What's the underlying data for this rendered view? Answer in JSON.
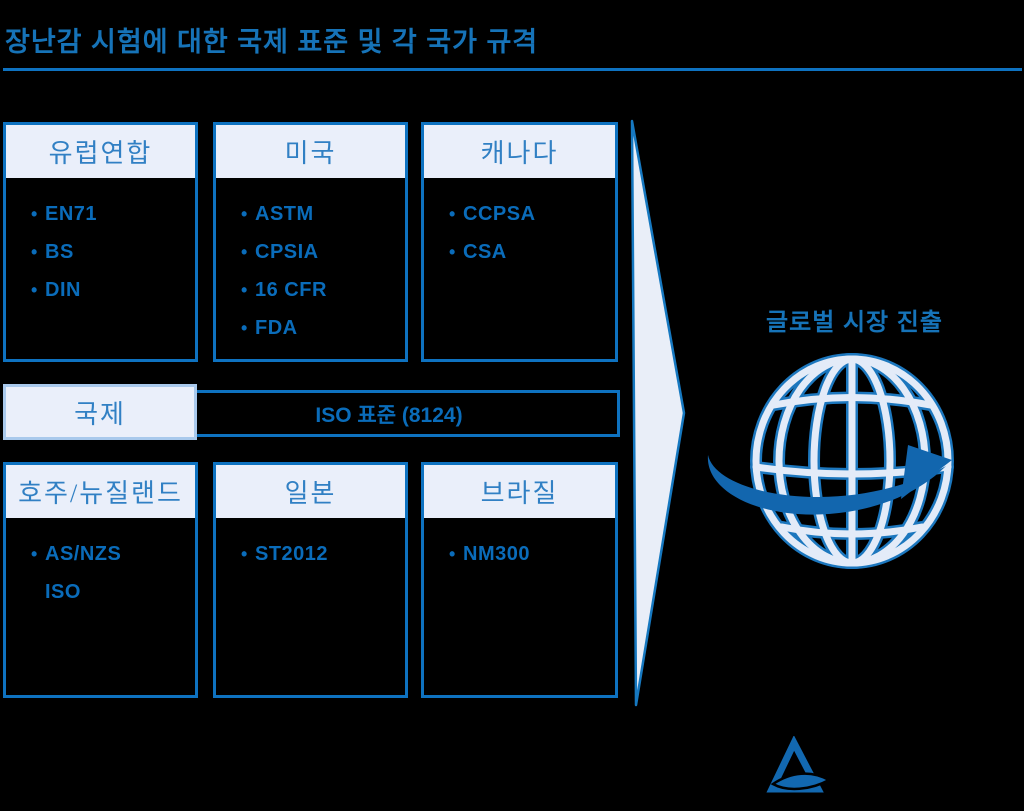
{
  "title": "장난감 시험에 대한 국제 표준 및 각 국가 규격",
  "boxes": [
    {
      "id": "eu",
      "header": "유럽연합",
      "items": [
        {
          "text": "EN71",
          "bullet": true
        },
        {
          "text": "BS",
          "bullet": true
        },
        {
          "text": "DIN",
          "bullet": true
        }
      ]
    },
    {
      "id": "us",
      "header": "미국",
      "items": [
        {
          "text": "ASTM",
          "bullet": true
        },
        {
          "text": "CPSIA",
          "bullet": true
        },
        {
          "text": "16 CFR",
          "bullet": true
        },
        {
          "text": "FDA",
          "bullet": true
        }
      ]
    },
    {
      "id": "ca",
      "header": "캐나다",
      "items": [
        {
          "text": "CCPSA",
          "bullet": true
        },
        {
          "text": "CSA",
          "bullet": true
        }
      ]
    },
    {
      "id": "au",
      "header": "호주/뉴질랜드",
      "items": [
        {
          "text": "AS/NZS",
          "bullet": true
        },
        {
          "text": "ISO",
          "bullet": false
        }
      ]
    },
    {
      "id": "jp",
      "header": "일본",
      "items": [
        {
          "text": "ST2012",
          "bullet": true
        }
      ]
    },
    {
      "id": "br",
      "header": "브라질",
      "items": [
        {
          "text": "NM300",
          "bullet": true
        }
      ]
    }
  ],
  "iso_row": {
    "label": "국제",
    "value": "ISO 표준 (8124)"
  },
  "result": {
    "caption": "글로벌 시장 진출"
  },
  "icons": [
    "flow-arrow",
    "globe-icon",
    "swoosh-arrow-icon",
    "triangle-swoosh-logo-icon"
  ],
  "colors": {
    "accent": "#0e72c0",
    "panel": "#eaeffa",
    "arrow-fill": "#e9eef8",
    "swoosh": "#1266ae",
    "bg": "#000000",
    "item-text": "#0a6cba",
    "header-text": "#3180c4",
    "light-border": "#a9c9ec",
    "title-blue": "#1673b8"
  }
}
